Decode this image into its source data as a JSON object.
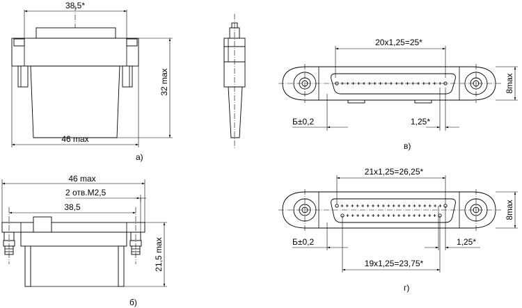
{
  "view_a": {
    "caption": "а)",
    "width_label": "38,5*",
    "height_label": "32 max",
    "bottom_label": "46 max"
  },
  "view_b": {
    "caption": "б)",
    "overall_label": "46 max",
    "holes_label": "2 отв.М2,5",
    "pitch_label": "38,5",
    "height_label": "21,5 max"
  },
  "view_v": {
    "caption": "в)",
    "pin_span_label": "20x1,25=25*",
    "tolerance_label": "Б±0,2",
    "pin_pitch_label": "1,25*",
    "height_label": "8max",
    "pin_count": 21
  },
  "view_g": {
    "caption": "г)",
    "top_row_label": "21x1,25=26,25*",
    "bottom_row_label": "19x1,25=23,75*",
    "tolerance_label": "Б±0,2",
    "pin_pitch_label": "1,25*",
    "height_label": "8max",
    "top_pin_count": 22,
    "bottom_pin_count": 20
  }
}
